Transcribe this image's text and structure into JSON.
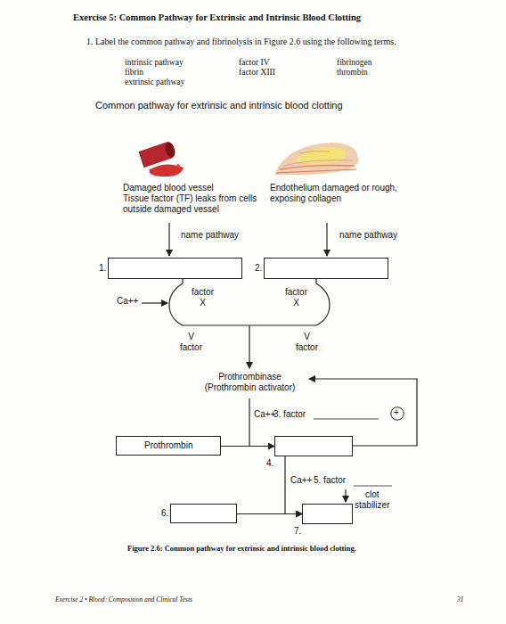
{
  "diagram": {
    "title": "Exercise 5: Common Pathway for Extrinsic and Intrinsic Blood Clotting",
    "caption": "Figure 2.6: Common pathway for extrinsic and intrinsic blood clotting.",
    "nodes": [
      {
        "text": [
          "1."
        ]
      },
      {
        "text": [
          "2."
        ]
      },
      {
        "text": [
          "Prothrombin"
        ]
      },
      {
        "text": [
          "4."
        ]
      },
      {
        "text": [
          "6."
        ]
      },
      {
        "text": [
          "7."
        ]
      },
      {
        "text": [
          "+"
        ]
      }
    ],
    "edges": [
      {
        "from": 2,
        "to": 3,
        "arrow": "to"
      },
      {
        "from": 4,
        "to": 5,
        "arrow": "to"
      },
      {
        "from": 3,
        "to": 5,
        "arrow": "to"
      }
    ],
    "labels": [
      "1. Label the common pathway and fibrinolysis in Figure 2.6 using the following terms.",
      "intrinsic pathway",
      "fibrin",
      "extrinsic pathway",
      "factor IV",
      "factor XIII",
      "fibrinogen",
      "thrombin",
      "Common pathway for extrinsic and intrinsic blood clotting",
      "Damaged blood vessel",
      "Tissue factor (TF) leaks from cells outside damaged vessel",
      "Endothelium damaged or rough, exposing collagen",
      "name pathway",
      "name pathway",
      "Ca++",
      "factor X",
      "factor X",
      "V factor",
      "V factor",
      "Prothrombinase (Prothrombin activator)",
      "Ca++",
      "3. factor",
      "Ca++",
      "5. factor",
      "clot stabilizer",
      "Exercise 2 • Blood: Composition and Clinical Tests",
      "31"
    ]
  }
}
